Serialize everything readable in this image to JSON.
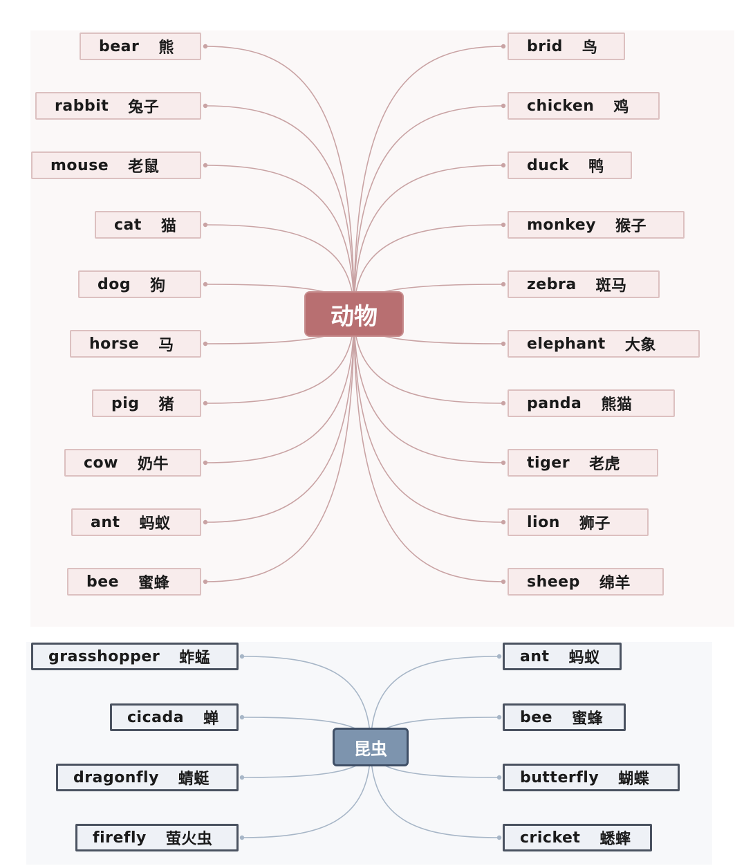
{
  "animals": {
    "center_label": "动物",
    "left": [
      {
        "en": "bear",
        "zh": "熊"
      },
      {
        "en": "rabbit",
        "zh": "兔子"
      },
      {
        "en": "mouse",
        "zh": "老鼠"
      },
      {
        "en": "cat",
        "zh": "猫"
      },
      {
        "en": "dog",
        "zh": "狗"
      },
      {
        "en": "horse",
        "zh": "马"
      },
      {
        "en": "pig",
        "zh": "猪"
      },
      {
        "en": "cow",
        "zh": "奶牛"
      },
      {
        "en": "ant",
        "zh": "蚂蚁"
      },
      {
        "en": "bee",
        "zh": "蜜蜂"
      }
    ],
    "right": [
      {
        "en": "brid",
        "zh": "鸟"
      },
      {
        "en": "chicken",
        "zh": "鸡"
      },
      {
        "en": "duck",
        "zh": "鸭"
      },
      {
        "en": "monkey",
        "zh": "猴子"
      },
      {
        "en": "zebra",
        "zh": "斑马"
      },
      {
        "en": "elephant",
        "zh": "大象"
      },
      {
        "en": "panda",
        "zh": "熊猫"
      },
      {
        "en": "tiger",
        "zh": "老虎"
      },
      {
        "en": "lion",
        "zh": "狮子"
      },
      {
        "en": "sheep",
        "zh": "绵羊"
      }
    ]
  },
  "insects": {
    "center_label": "昆虫",
    "left": [
      {
        "en": "grasshopper",
        "zh": "蚱蜢"
      },
      {
        "en": "cicada",
        "zh": "蝉"
      },
      {
        "en": "dragonfly",
        "zh": "蜻蜓"
      },
      {
        "en": "firefly",
        "zh": "萤火虫"
      }
    ],
    "right": [
      {
        "en": "ant",
        "zh": "蚂蚁"
      },
      {
        "en": "bee",
        "zh": "蜜蜂"
      },
      {
        "en": "butterfly",
        "zh": "蝴蝶"
      },
      {
        "en": "cricket",
        "zh": "蟋蟀"
      }
    ]
  },
  "colors": {
    "animal_link": "#c9a3a4",
    "animal_center": "#b86f71",
    "insect_link": "#a7b6c7",
    "insect_center": "#7d94ae"
  }
}
